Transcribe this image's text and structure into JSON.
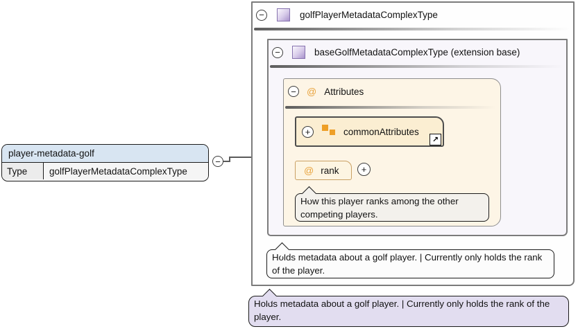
{
  "symbols": {
    "minus": "−",
    "plus": "+",
    "at": "@",
    "link_arrow": "↗"
  },
  "element_box": {
    "title": "player-metadata-golf",
    "type_label": "Type",
    "type_value": "golfPlayerMetadataComplexType"
  },
  "outer_type_box": {
    "title": "golfPlayerMetadataComplexType"
  },
  "base_type_box": {
    "title": "baseGolfMetadataComplexType (extension base)"
  },
  "attributes_section": {
    "title": "Attributes"
  },
  "common_attributes": {
    "label": "commonAttributes"
  },
  "rank_attribute": {
    "label": "rank",
    "documentation": "How this player ranks among the other competing players."
  },
  "annotations": {
    "base_type": "Holds metadata about a golf player. | Currently only holds the rank of the player.",
    "outer_type": "Holds metadata about a golf player. | Currently only holds the rank of the player."
  },
  "colors": {
    "element_header": "#D8E5F2",
    "attributes_fill": "#FDF5E6",
    "attribute_item_fill": "#FBEED2",
    "rank_border": "#C9A063",
    "orange_accent": "#EE9F27",
    "inner_box_fill": "#F8F6FB",
    "annotation_purple": "#E2DDF0",
    "box_border_gray": "#7B7B7B"
  }
}
